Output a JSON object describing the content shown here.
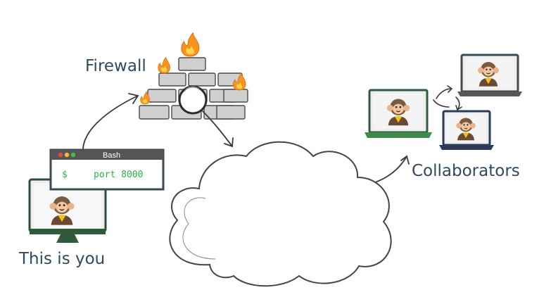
{
  "labels": {
    "firewall": "Firewall",
    "collaborators": "Collaborators",
    "you": "This is you"
  },
  "terminal": {
    "title": "Bash",
    "prompt": "$",
    "command": "port 8000"
  },
  "colors": {
    "ink": "#2f4a5e",
    "screen_green": "#3f8a4a",
    "scarf": "#f2c21b",
    "terminal_text": "#2bb34a",
    "flame": "#f6941d",
    "brick": "#c9c9c9"
  },
  "icons": [
    "flame-icon",
    "magnifier-icon",
    "monkey-avatar-icon",
    "laptop-icon",
    "monitor-icon",
    "cloud-icon"
  ]
}
